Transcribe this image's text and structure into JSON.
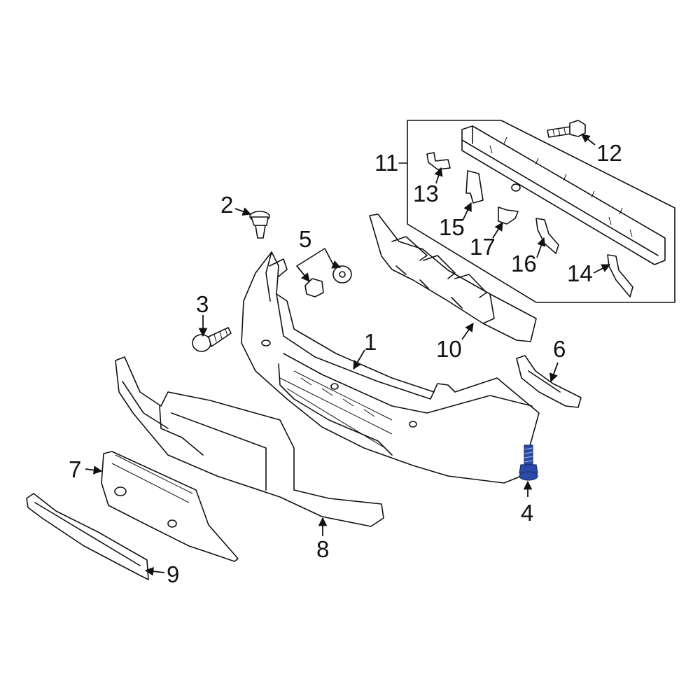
{
  "callouts": [
    {
      "id": "1",
      "text": "1"
    },
    {
      "id": "2",
      "text": "2"
    },
    {
      "id": "3",
      "text": "3"
    },
    {
      "id": "4",
      "text": "4"
    },
    {
      "id": "5",
      "text": "5"
    },
    {
      "id": "6",
      "text": "6"
    },
    {
      "id": "7",
      "text": "7"
    },
    {
      "id": "8",
      "text": "8"
    },
    {
      "id": "9",
      "text": "9"
    },
    {
      "id": "10",
      "text": "10"
    },
    {
      "id": "11",
      "text": "11"
    },
    {
      "id": "12",
      "text": "12"
    },
    {
      "id": "13",
      "text": "13"
    },
    {
      "id": "14",
      "text": "14"
    },
    {
      "id": "15",
      "text": "15"
    },
    {
      "id": "16",
      "text": "16"
    },
    {
      "id": "17",
      "text": "17"
    }
  ],
  "colors": {
    "line": "#111111",
    "background": "#ffffff",
    "highlight_part": "#2b4aa8"
  },
  "highlighted_part": "4"
}
